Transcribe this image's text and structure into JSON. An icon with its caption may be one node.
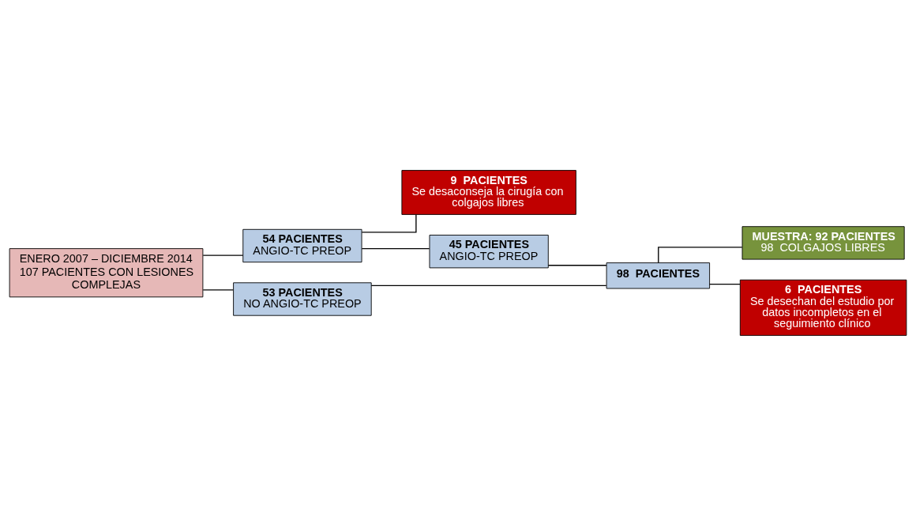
{
  "diagram": {
    "nodes": [
      {
        "text": [
          "ENERO 2007 – DICIEMBRE 2014",
          "107 PACIENTES CON LESIONES COMPLEJAS"
        ]
      },
      {
        "text": [
          "54 PACIENTES",
          "ANGIO-TC PREOP"
        ]
      },
      {
        "text": [
          "9  PACIENTES",
          "Se desaconseja la cirugía con colgajos libres"
        ]
      },
      {
        "text": [
          "45 PACIENTES",
          "ANGIO-TC PREOP"
        ]
      },
      {
        "text": [
          "53 PACIENTES",
          "NO ANGIO-TC PREOP"
        ]
      },
      {
        "text": [
          "98  PACIENTES"
        ]
      },
      {
        "text": [
          "MUESTRA: 92 PACIENTES",
          "98  COLGAJOS LIBRES"
        ]
      },
      {
        "text": [
          "6  PACIENTES",
          "Se desechan del estudio por datos incompletos en el seguimiento clínico"
        ]
      }
    ],
    "edges": [
      {
        "from": 0,
        "to": 1,
        "arrow": "none"
      },
      {
        "from": 0,
        "to": 4,
        "arrow": "none"
      },
      {
        "from": 1,
        "to": 2,
        "arrow": "none"
      },
      {
        "from": 1,
        "to": 3,
        "arrow": "none"
      },
      {
        "from": 3,
        "to": 5,
        "arrow": "none"
      },
      {
        "from": 4,
        "to": 5,
        "arrow": "none"
      },
      {
        "from": 5,
        "to": 6,
        "arrow": "none"
      },
      {
        "from": 5,
        "to": 7,
        "arrow": "none"
      }
    ]
  }
}
